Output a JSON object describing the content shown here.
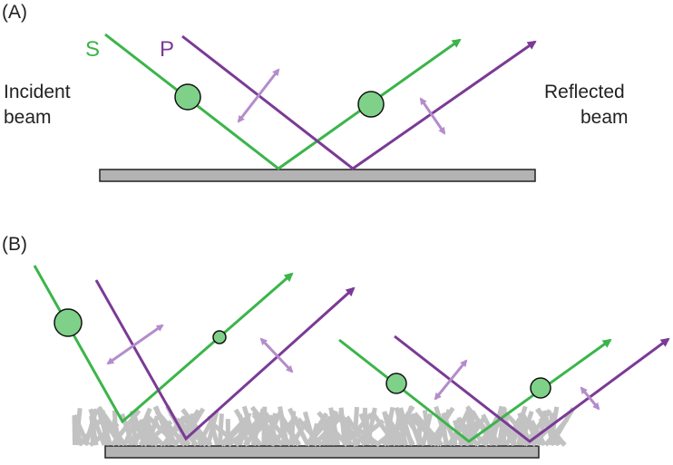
{
  "panels": [
    {
      "id": "A",
      "label": "(A)"
    },
    {
      "id": "B",
      "label": "(B)"
    }
  ],
  "beam_labels": {
    "s": "S",
    "p": "P",
    "incident_line1": "Incident",
    "incident_line2": "beam",
    "reflected_line1": "Reflected",
    "reflected_line2": "beam"
  },
  "colors": {
    "s_beam": "#3bb54a",
    "p_beam": "#7b3a96",
    "p_polarization_arrow": "#b48ccb",
    "s_polarization_dot": "#7fd18a",
    "substrate": "#b3b3b3",
    "nanostructure": "#c2c2c2"
  },
  "icons": {
    "s_polarization": "circle-dot-icon",
    "p_polarization": "double-headed-arrow-icon"
  }
}
